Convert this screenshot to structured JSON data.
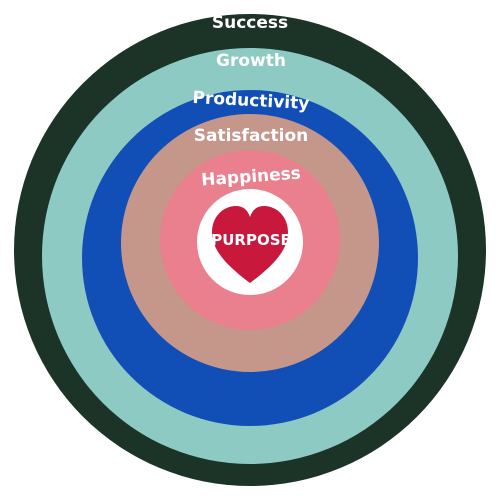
{
  "rings": [
    {
      "label": "Success",
      "color": "#1c3327"
    },
    {
      "label": "Growth",
      "color": "#8ecac4"
    },
    {
      "label": "Productivity",
      "color": "#114fb7"
    },
    {
      "label": "Satisfaction",
      "color": "#c5968a"
    },
    {
      "label": "Happiness",
      "color": "#ea7f8e"
    }
  ],
  "center": {
    "label": "PURPOSE",
    "icon": "heart-icon",
    "heart_color": "#c8193c",
    "background": "#ffffff"
  }
}
